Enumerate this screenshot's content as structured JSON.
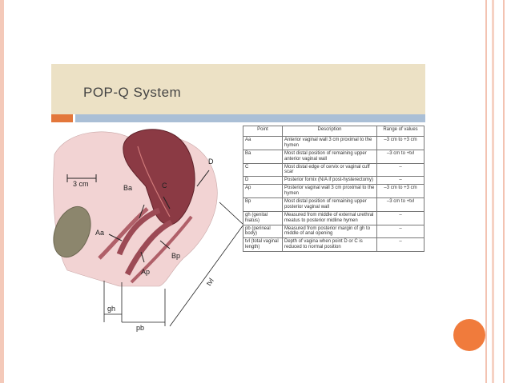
{
  "slide": {
    "title": "POP-Q System"
  },
  "diagram": {
    "labels": [
      "3 cm",
      "Ba",
      "C",
      "D",
      "Aa",
      "Bp",
      "Ap",
      "tvl",
      "gh",
      "pb"
    ]
  },
  "table": {
    "headers": [
      "Point",
      "Description",
      "Range of values"
    ],
    "rows": [
      {
        "point": "Aa",
        "description": "Anterior vaginal wall 3 cm proximal to the hymen",
        "range": "–3 cm to +3 cm"
      },
      {
        "point": "Ba",
        "description": "Most distal position of remaining upper anterior vaginal wall",
        "range": "–3 cm to +tvl"
      },
      {
        "point": "C",
        "description": "Most distal edge of cervix or vaginal cuff scar",
        "range": "–"
      },
      {
        "point": "D",
        "description": "Posterior fornix (N/A if post-hysterectomy)",
        "range": "–"
      },
      {
        "point": "Ap",
        "description": "Posterior vaginal wall 3 cm proximal to the hymen",
        "range": "–3 cm to +3 cm"
      },
      {
        "point": "Bp",
        "description": "Most distal position of remaining upper posterior vaginal wall",
        "range": "–3 cm to +tvl"
      },
      {
        "point": "gh (genital hiatus)",
        "description": "Measured from middle of external urethral meatus to posterior midline hymen",
        "range": "–"
      },
      {
        "point": "pb (perineal body)",
        "description": "Measured from posterior margin of gh to middle of anal opening",
        "range": "–"
      },
      {
        "point": "tvl (total vaginal length)",
        "description": "Depth of vagina when point D or C is reduced to normal position",
        "range": "–"
      }
    ]
  }
}
